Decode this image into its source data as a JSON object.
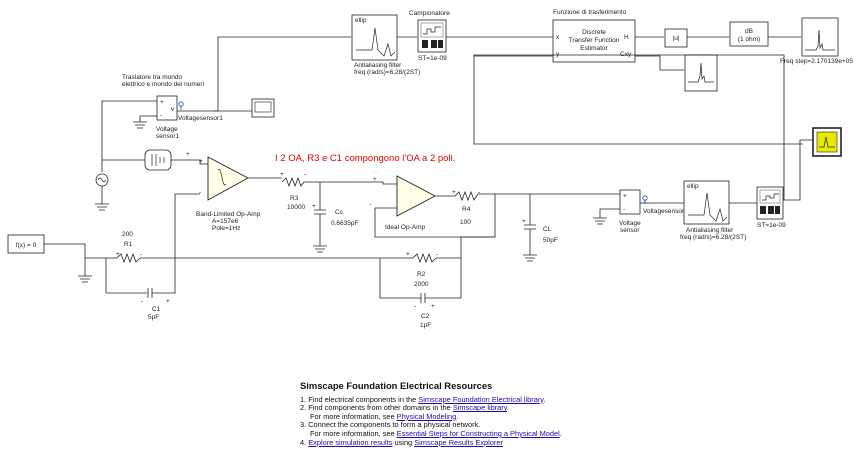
{
  "blocks": {
    "ellip1": "ellip",
    "antialias1_l1": "Antialiasing filter",
    "antialias1_l2": "freq (rad/s)=6.28/(2ST)",
    "campionatore": "Campionatore",
    "st1": "ST=1e-09",
    "funzione": "Funzione di trasferimento",
    "dtfe_l1": "Discrete",
    "dtfe_l2": "Transfer Function",
    "dtfe_l3": "Estimator",
    "port_x": "x",
    "port_y": "y",
    "port_H": "H",
    "port_Cxy": "Cxy",
    "abs": "|u|",
    "db_l1": "dB",
    "db_l2": "(1 ohm)",
    "freqstep": "Freq step=2.170139e+05",
    "traslatore_l1": "Traslatore tra mondo",
    "traslatore_l2": "elettrico e mondo dei numeri",
    "vs1_l1": "Voltage",
    "vs1_l2": "sensor1",
    "vs1_sig": "Voltagesensor1",
    "bandopamp_l1": "Band-Limited Op-Amp",
    "bandopamp_l2": "A=157e6",
    "bandopamp_l3": "Pole=1Hz",
    "r3": "R3",
    "r3v": "10000",
    "cc": "Cc",
    "ccv": "0.6635pF",
    "idealopamp": "Ideal Op-Amp",
    "r4": "R4",
    "r4v": "100",
    "cl": "CL",
    "clv": "50pF",
    "vs_l1": "Voltage",
    "vs_l2": "sensor",
    "vs_sig": "Voltagesensor",
    "ellip2": "ellip",
    "antialias2_l1": "Antialiasing filter",
    "antialias2_l2": "freq (rad/s)=6.28/(2ST)",
    "st2": "ST=1e-09",
    "fx": "f(x) = 0",
    "r1v": "200",
    "r1": "R1",
    "c1": "C1",
    "c1v": "5pF",
    "r2": "R2",
    "r2v": "2000",
    "c2": "C2",
    "c2v": "1pF",
    "plus": "+",
    "minus": "-",
    "ctrl_v": "v"
  },
  "annotation": "I 2 OA, R3 e C1 compongono l'OA a 2 poli.",
  "resources": {
    "title": "Simscape Foundation Electrical Resources",
    "i1_pre": "1. Find electrical components in the ",
    "i1_link": "Simscape Foundation Electrical library",
    "i1_post": ".",
    "i2_pre": "2. Find components from other domains in the ",
    "i2_link": "Simscape library",
    "i2_post": ".",
    "i2b_pre": "For more information, see ",
    "i2b_link": "Physical Modeling",
    "i2b_post": ".",
    "i3": "3. Connect the components to form a physical network.",
    "i3b_pre": "For more information, see ",
    "i3b_link": "Essential Steps for Constructing a Physical Model",
    "i3b_post": ".",
    "i4_pre": "4. ",
    "i4_link": "Explore simulation results",
    "i4_mid": " using ",
    "i4_link2": "Simscape Results Explorer"
  },
  "colors": {
    "annotation": "#e00000",
    "link": "#1a0dab",
    "opamp_fill": "#ffffe8",
    "scope_screen": "#e8e800"
  }
}
